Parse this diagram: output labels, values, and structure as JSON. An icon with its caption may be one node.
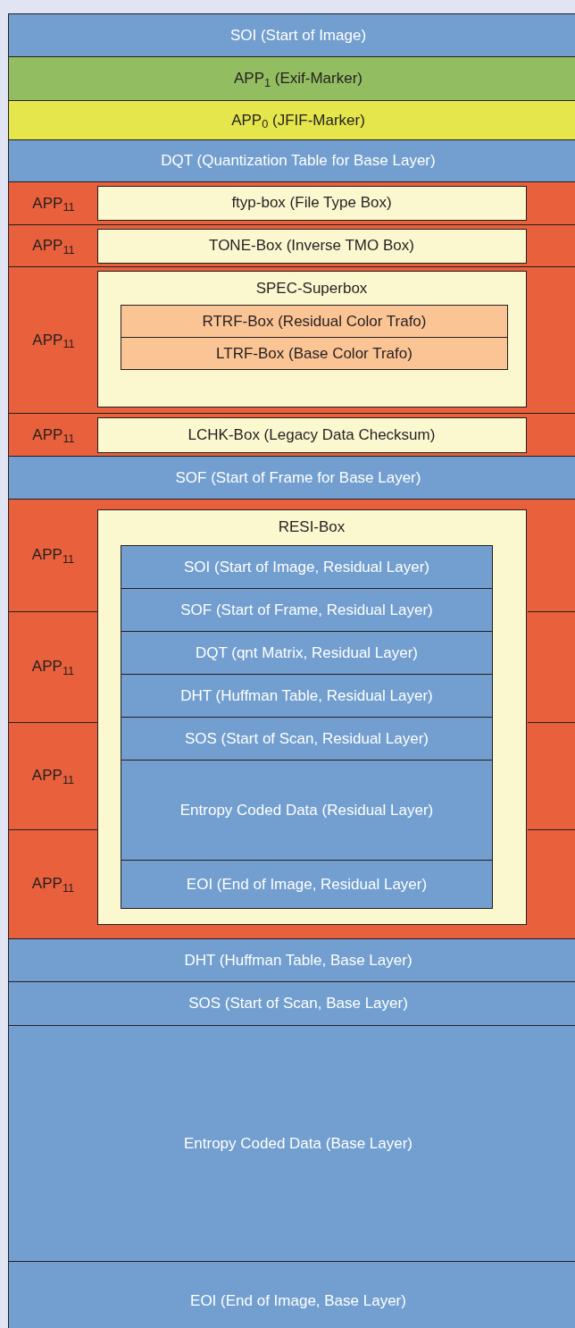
{
  "diagram": {
    "nodes": [
      {
        "text": [
          "SOI (Start of Image)"
        ]
      },
      {
        "text": [
          "APP$_{1}$ (Exif-Marker)"
        ]
      },
      {
        "text": [
          "APP$_{0}$ (JFIF-Marker)"
        ]
      },
      {
        "text": [
          "DQT (Quantization Table for Base Layer)"
        ]
      },
      {
        "text": [
          "APP$_{11}$"
        ]
      },
      {
        "text": [
          "ftyp-box (File Type Box)"
        ],
        "in": 4
      },
      {
        "text": [
          "APP$_{11}$"
        ]
      },
      {
        "text": [
          "TONE-Box (Inverse TMO Box)"
        ],
        "in": 6
      },
      {
        "text": [
          "APP$_{11}$"
        ]
      },
      {
        "text": [
          "SPEC-Superbox"
        ],
        "in": 8
      },
      {
        "text": [
          "RTRF-Box (Residual Color Trafo)"
        ],
        "in": 9
      },
      {
        "text": [
          "LTRF-Box (Base Color Trafo)"
        ],
        "in": 9
      },
      {
        "text": [
          "APP$_{11}$"
        ]
      },
      {
        "text": [
          "LCHK-Box (Legacy Data Checksum)"
        ],
        "in": 12
      },
      {
        "text": [
          "SOF (Start of Frame for Base Layer)"
        ]
      },
      {
        "text": [],
        "shape": "box"
      },
      {
        "text": [
          "APP$_{11}$"
        ],
        "in": 15
      },
      {
        "text": [
          "APP$_{11}$"
        ],
        "in": 15
      },
      {
        "text": [
          "APP$_{11}$"
        ],
        "in": 15
      },
      {
        "text": [
          "APP$_{11}$"
        ],
        "in": 15
      },
      {
        "text": [
          "RESI-Box"
        ],
        "in": 15
      },
      {
        "text": [
          "SOI (Start of Image, Residual Layer)"
        ],
        "in": 20
      },
      {
        "text": [
          "SOF (Start of Frame, Residual Layer)"
        ],
        "in": 20
      },
      {
        "text": [
          "DQT (qnt Matrix, Residual Layer)"
        ],
        "in": 20
      },
      {
        "text": [
          "DHT (Huffman Table, Residual Layer)"
        ],
        "in": 20
      },
      {
        "text": [
          "SOS (Start of Scan, Residual Layer)"
        ],
        "in": 20
      },
      {
        "text": [
          "Entropy Coded Data (Residual Layer)"
        ],
        "in": 20
      },
      {
        "text": [
          "EOI (End of Image, Residual Layer)"
        ],
        "in": 20
      },
      {
        "text": [
          "DHT (Huffman Table, Base Layer)"
        ]
      },
      {
        "text": [
          "SOS (Start of Scan, Base Layer)"
        ]
      },
      {
        "text": [
          "Entropy Coded Data (Base Layer)"
        ]
      },
      {
        "text": [
          "EOI (End of Image, Base Layer)"
        ]
      }
    ]
  }
}
